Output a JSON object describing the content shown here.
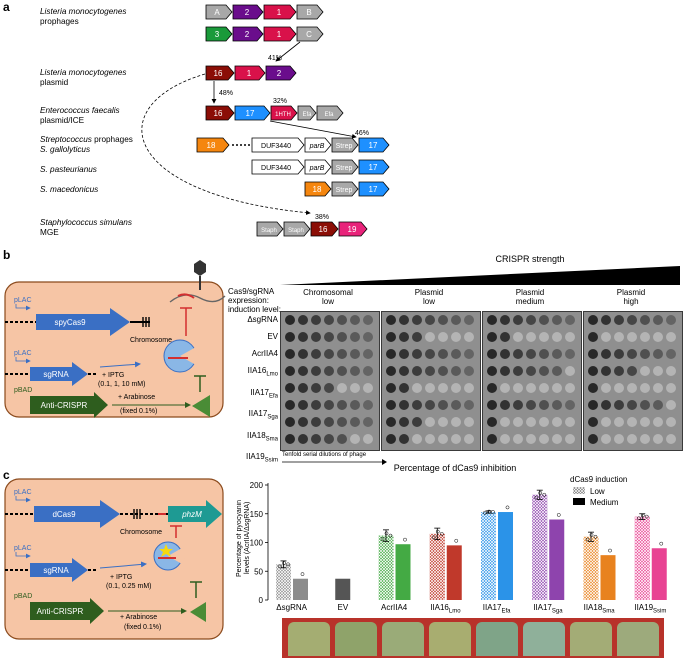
{
  "panel_a": {
    "label": "a",
    "species": [
      {
        "name": "Listeria monocytogenes",
        "sub": "prophages"
      },
      {
        "name": "Listeria monocytogenes",
        "sub": "plasmid"
      },
      {
        "name": "Enterococcus faecalis",
        "sub": "plasmid/ICE"
      },
      {
        "name": "Streptococcus",
        "sub": "prophages"
      },
      {
        "name": "S. gallolyticus",
        "sub": ""
      },
      {
        "name": "S. pasteurianus",
        "sub": ""
      },
      {
        "name": "S. macedonicus",
        "sub": ""
      },
      {
        "name": "Staphylococcus simulans",
        "sub": "MGE"
      }
    ],
    "genes": {
      "A": "A",
      "B": "B",
      "C": "C",
      "g1": "1",
      "g2": "2",
      "g3": "3",
      "g16": "16",
      "g17": "17",
      "g18": "18",
      "g19": "19",
      "hth": "1HTH",
      "efa": "Efa",
      "strep": "Strep",
      "staph": "Staph",
      "duf": "DUF3440",
      "parB": "parB"
    },
    "percents": {
      "p41": "41%",
      "p48": "48%",
      "p32": "32%",
      "p46": "46%",
      "p38": "38%"
    },
    "colors": {
      "purple": "#6a0d8c",
      "crimson": "#d9114a",
      "darkred": "#8b0e06",
      "blue": "#1e90ff",
      "green": "#1a9a3a",
      "orange": "#f5860f",
      "pink": "#e8237a",
      "grey": "#a8a8a8"
    }
  },
  "panel_b": {
    "label": "b",
    "diagram": {
      "pLAC1": "pLAC",
      "spyCas9": "spyCas9",
      "chromosome": "Chromosome",
      "pLAC2": "pLAC",
      "sgRNA": "sgRNA",
      "iptg": "+ IPTG",
      "iptg_conc": "(0.1, 1, 10 mM)",
      "pBAD": "pBAD",
      "anti": "Anti-CRISPR",
      "arabinose": "+ Arabinose",
      "arab_conc": "(fixed 0.1%)"
    },
    "crispr_strength": "CRISPR strength",
    "header": "Cas9/sgRNA expression: induction level:",
    "columns": [
      {
        "top": "Chromosomal",
        "bottom": "low"
      },
      {
        "top": "Plasmid",
        "bottom": "low"
      },
      {
        "top": "Plasmid",
        "bottom": "medium"
      },
      {
        "top": "Plasmid",
        "bottom": "high"
      }
    ],
    "rows": [
      {
        "main": "ΔsgRNA",
        "sub": ""
      },
      {
        "main": "EV",
        "sub": ""
      },
      {
        "main": "AcrIIA4",
        "sub": ""
      },
      {
        "main": "IIA16",
        "sub": "Lmo"
      },
      {
        "main": "IIA17",
        "sub": "Efa"
      },
      {
        "main": "IIA17",
        "sub": "Sga"
      },
      {
        "main": "IIA18",
        "sub": "Sma"
      },
      {
        "main": "IIA19",
        "sub": "Ssim"
      }
    ],
    "footnote": "Tenfold serial dilutions of phage",
    "spots": [
      [
        7,
        7,
        7,
        7
      ],
      [
        7,
        3,
        2,
        1
      ],
      [
        7,
        7,
        7,
        7
      ],
      [
        7,
        7,
        6,
        4
      ],
      [
        4,
        2,
        1,
        1
      ],
      [
        7,
        7,
        7,
        6
      ],
      [
        7,
        3,
        1,
        1
      ],
      [
        5,
        2,
        1,
        1
      ]
    ]
  },
  "panel_c": {
    "label": "c",
    "diagram": {
      "pLAC1": "pLAC",
      "dCas9": "dCas9",
      "chromosome": "Chromosome",
      "phzM": "phzM",
      "pLAC2": "pLAC",
      "sgRNA": "sgRNA",
      "iptg": "+ IPTG",
      "iptg_conc": "(0.1, 0.25 mM)",
      "pBAD": "pBAD",
      "anti": "Anti-CRISPR",
      "arabinose": "+ Arabinose",
      "arab_conc": "(fixed 0.1%)"
    },
    "tube_colors": [
      "#a4ad72",
      "#8fa36a",
      "#9aab78",
      "#a8ad70",
      "#7fa488",
      "#8fb09a",
      "#a3ac76",
      "#9daa7c"
    ]
  },
  "chart_data": {
    "type": "bar",
    "title": "Percentage of dCas9 inhibition",
    "ylabel": "Percentage of pyocyanin levels (AcrIIA/ΔsgRNA)",
    "ylim": [
      0,
      200
    ],
    "yticks": [
      "0",
      "50",
      "100",
      "150",
      "200"
    ],
    "legend_title": "dCas9 induction",
    "legend": [
      {
        "name": "Low"
      },
      {
        "name": "Medium"
      }
    ],
    "legend_placement": "top-right",
    "categories": [
      {
        "main": "ΔsgRNA",
        "sub": ""
      },
      {
        "main": "EV",
        "sub": ""
      },
      {
        "main": "AcrIIA4",
        "sub": ""
      },
      {
        "main": "IIA16",
        "sub": "Lmo"
      },
      {
        "main": "IIA17",
        "sub": "Efa"
      },
      {
        "main": "IIA17",
        "sub": "Sga"
      },
      {
        "main": "IIA18",
        "sub": "Sma"
      },
      {
        "main": "IIA19",
        "sub": "Ssim"
      }
    ],
    "colors": [
      "#8c8c8c",
      "#555555",
      "#44aa44",
      "#c0392b",
      "#2b93e8",
      "#8e44ad",
      "#e8821e",
      "#e84393"
    ],
    "series": [
      {
        "name": "Low",
        "values": [
          62,
          0,
          112,
          115,
          153,
          183,
          110,
          145
        ],
        "err": [
          6,
          0,
          10,
          10,
          2,
          8,
          8,
          5
        ]
      },
      {
        "name": "Medium",
        "values": [
          37,
          0,
          97,
          95,
          153,
          140,
          78,
          90
        ],
        "err": [
          0,
          0,
          0,
          0,
          0,
          0,
          0,
          0
        ]
      }
    ],
    "ev_value": 37
  }
}
